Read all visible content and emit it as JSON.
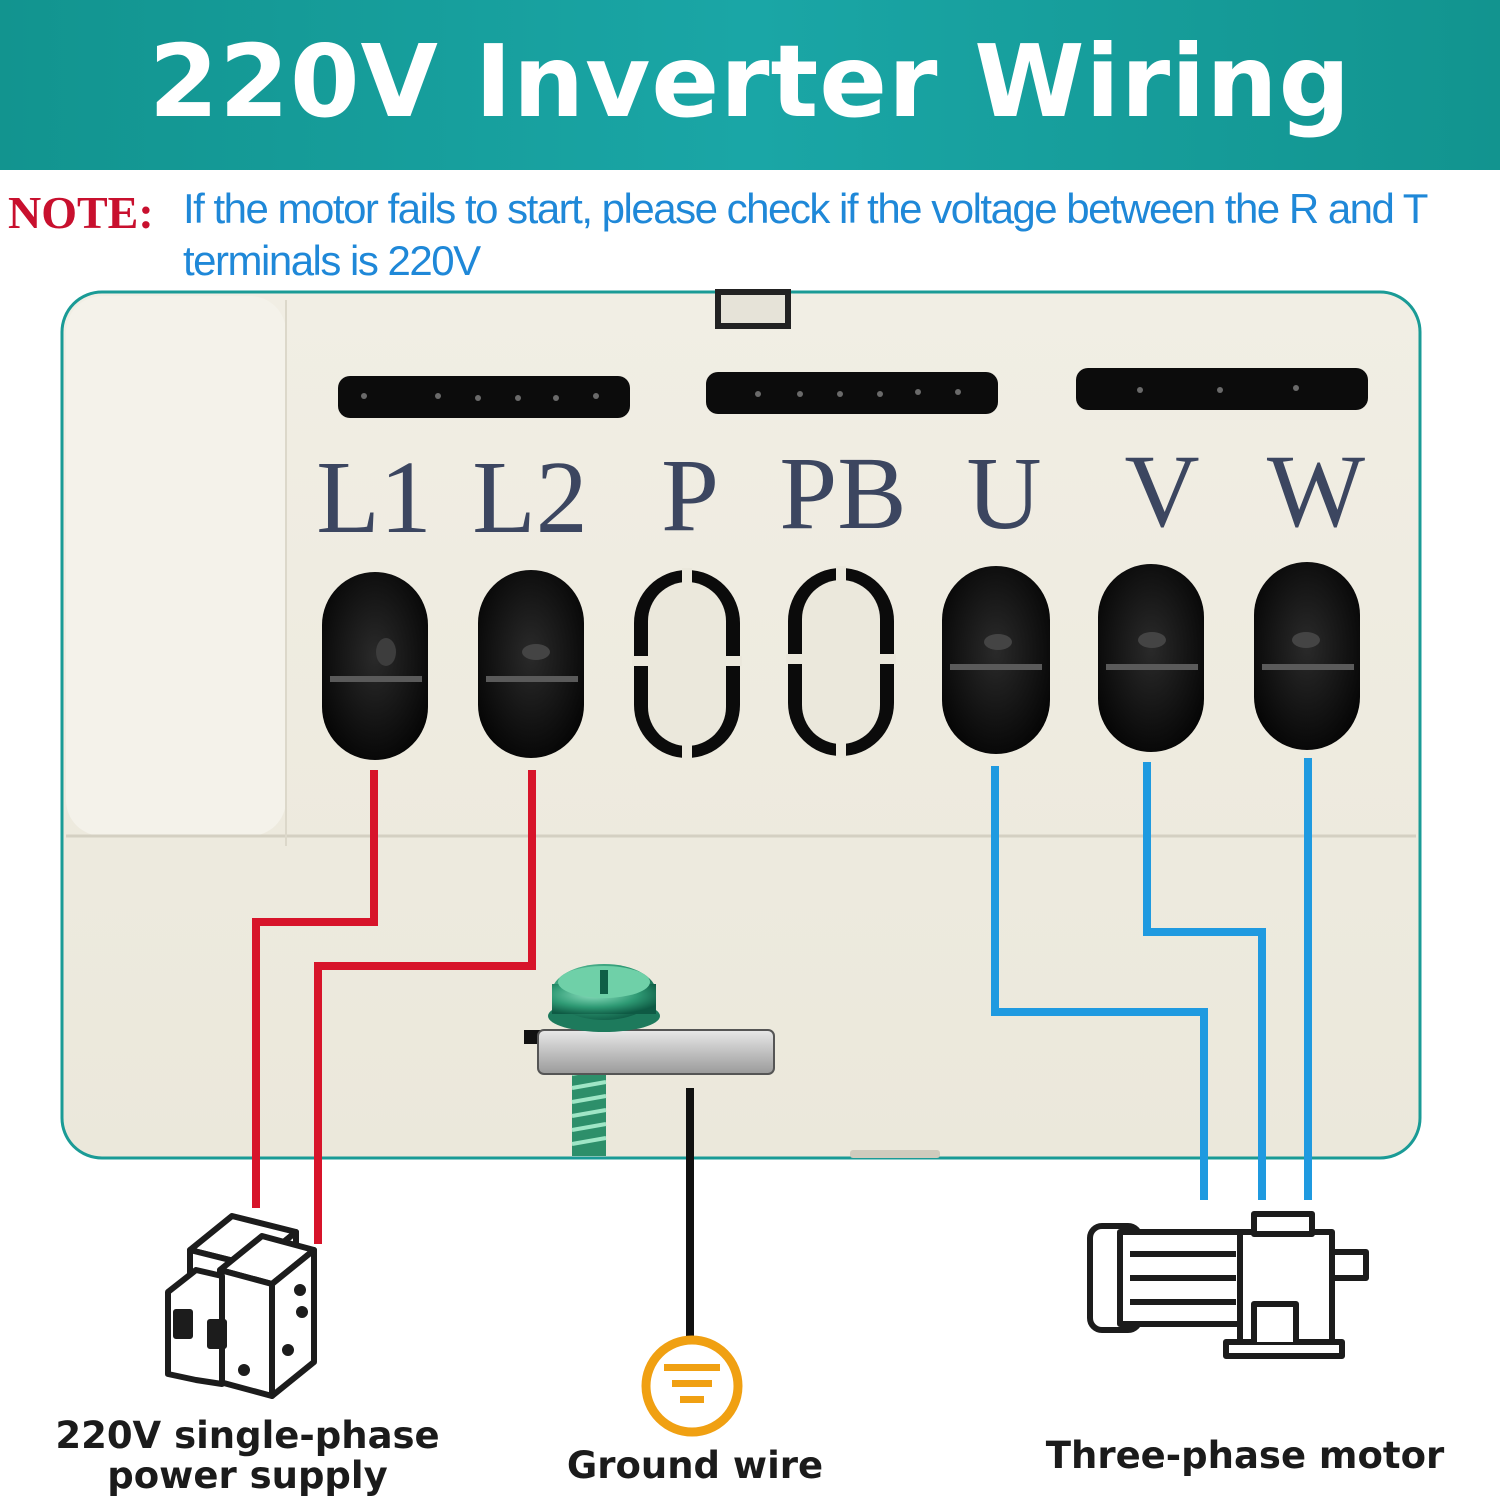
{
  "header": {
    "title": "220V Inverter Wiring"
  },
  "note": {
    "label": "NOTE:",
    "text": "If the motor fails to start, please check if the voltage between the R and T terminals is 220V"
  },
  "terminals": [
    "L1",
    "L2",
    "P",
    "PB",
    "U",
    "V",
    "W"
  ],
  "components": {
    "power_supply": {
      "label": "220V single-phase power supply",
      "icon": "circuit-breaker-icon"
    },
    "ground": {
      "label": "Ground wire",
      "icon": "ground-icon"
    },
    "motor": {
      "label": "Three-phase motor",
      "icon": "motor-icon"
    }
  },
  "colors": {
    "banner": "#1aa6a6",
    "note_label": "#c8102e",
    "note_text": "#1f88d8",
    "power_wire": "#d7142a",
    "motor_wire": "#1f9ae0",
    "ground_wire": "#111111",
    "ground_icon": "#f0a012"
  }
}
